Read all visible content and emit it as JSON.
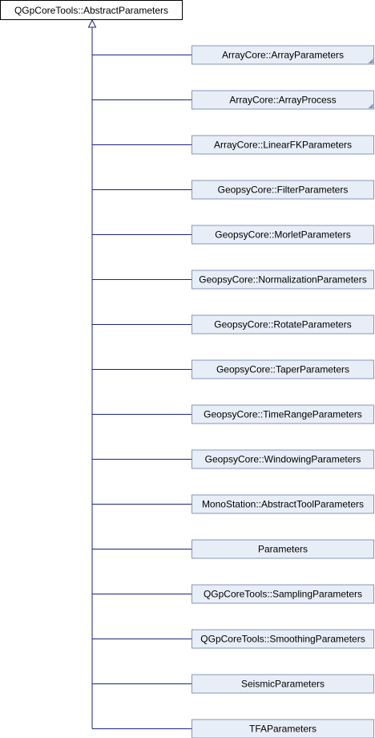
{
  "diagram": {
    "base_class": {
      "label": "QGpCoreTools::AbstractParameters"
    },
    "derived_classes": [
      {
        "label": "ArrayCore::ArrayParameters",
        "has_more": true
      },
      {
        "label": "ArrayCore::ArrayProcess",
        "has_more": true
      },
      {
        "label": "ArrayCore::LinearFKParameters",
        "has_more": false
      },
      {
        "label": "GeopsyCore::FilterParameters",
        "has_more": false
      },
      {
        "label": "GeopsyCore::MorletParameters",
        "has_more": false
      },
      {
        "label": "GeopsyCore::NormalizationParameters",
        "has_more": false
      },
      {
        "label": "GeopsyCore::RotateParameters",
        "has_more": false
      },
      {
        "label": "GeopsyCore::TaperParameters",
        "has_more": false
      },
      {
        "label": "GeopsyCore::TimeRangeParameters",
        "has_more": false
      },
      {
        "label": "GeopsyCore::WindowingParameters",
        "has_more": false
      },
      {
        "label": "MonoStation::AbstractToolParameters",
        "has_more": false
      },
      {
        "label": "Parameters",
        "has_more": false
      },
      {
        "label": "QGpCoreTools::SamplingParameters",
        "has_more": false
      },
      {
        "label": "QGpCoreTools::SmoothingParameters",
        "has_more": false
      },
      {
        "label": "SeismicParameters",
        "has_more": false
      },
      {
        "label": "TFAParameters",
        "has_more": false
      }
    ],
    "colors": {
      "base_fill": "#ffffff",
      "base_border": "#000000",
      "derived_fill": "#e8eef7",
      "derived_border": "#8497b8",
      "line": "#1a237e",
      "corner_mark": "#8497b8"
    }
  }
}
